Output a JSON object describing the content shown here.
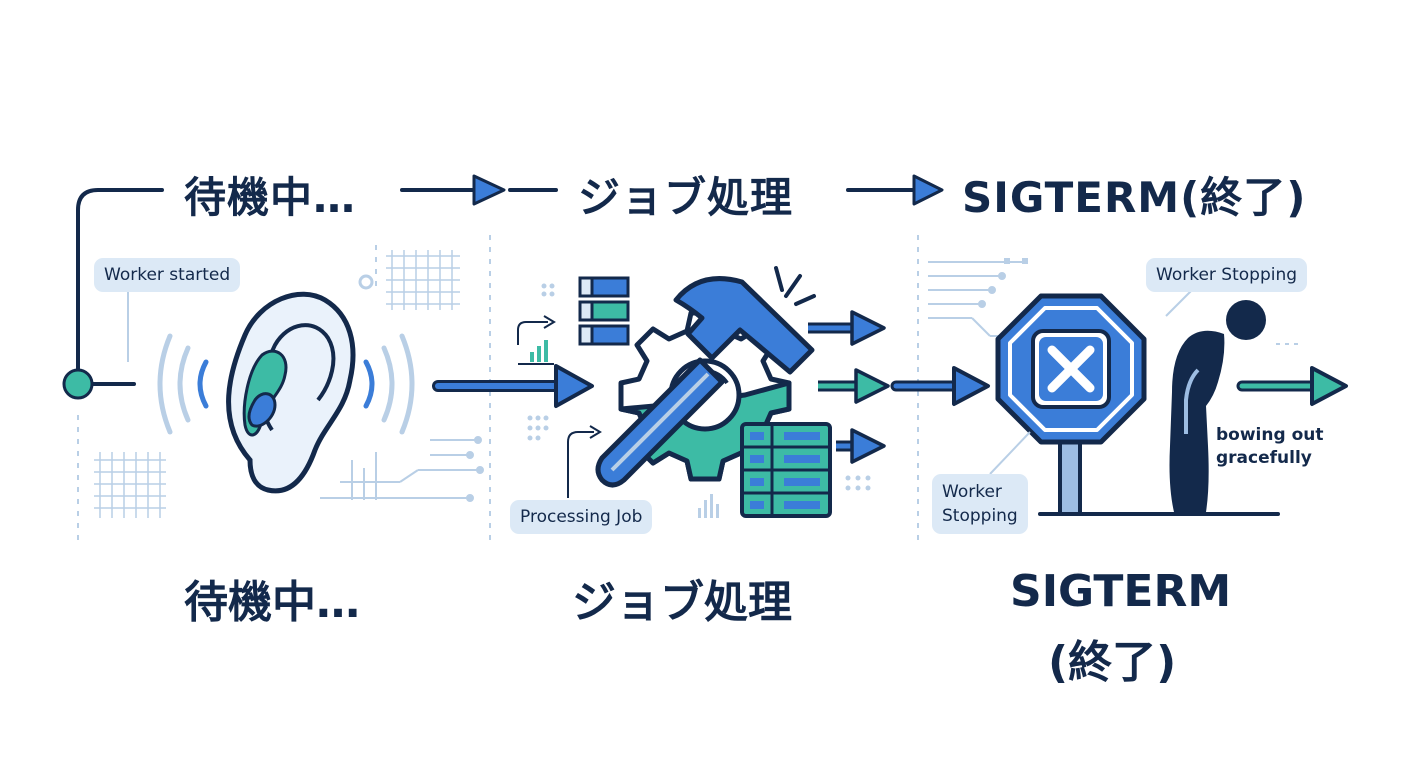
{
  "header": {
    "stage1": "待機中…",
    "stage2": "ジョブ処理",
    "stage3": "SIGTERM(終了)"
  },
  "captions": {
    "stage1": "待機中…",
    "stage2": "ジョブ処理",
    "stage3_line1": "SIGTERM",
    "stage3_line2": "(終了)"
  },
  "labels": {
    "worker_started": "Worker started",
    "processing_job": "Processing Job",
    "worker_stopping_sign": "Worker\nStopping",
    "worker_stopping_top": "Worker Stopping",
    "bowing_out": "bowing out\ngracefully"
  },
  "colors": {
    "navy": "#13294b",
    "blue": "#3b7dd8",
    "teal": "#3dbba5",
    "light_blue": "#dce9f6",
    "pale": "#b9cfe6"
  }
}
